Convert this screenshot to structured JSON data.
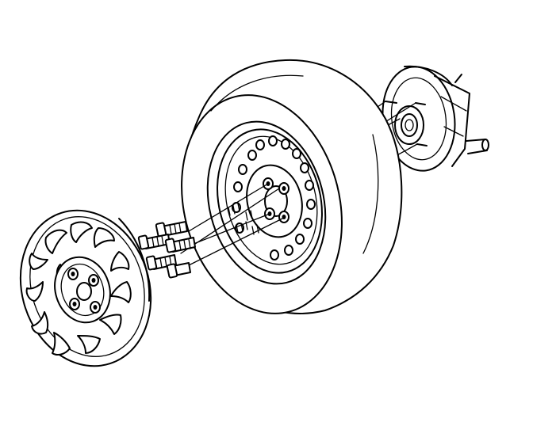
{
  "diagram": {
    "type": "exploded-view line drawing",
    "parts": [
      "hub-assembly",
      "wheel-studs",
      "tire",
      "wheel-rim",
      "lug-nuts",
      "wheel-cover"
    ],
    "line_color": "#000000",
    "background_color": "#ffffff",
    "stud_count": 4,
    "lug_nut_count": 4,
    "wheel_cover_slot_count": 12,
    "rim_hole_count": 16
  }
}
